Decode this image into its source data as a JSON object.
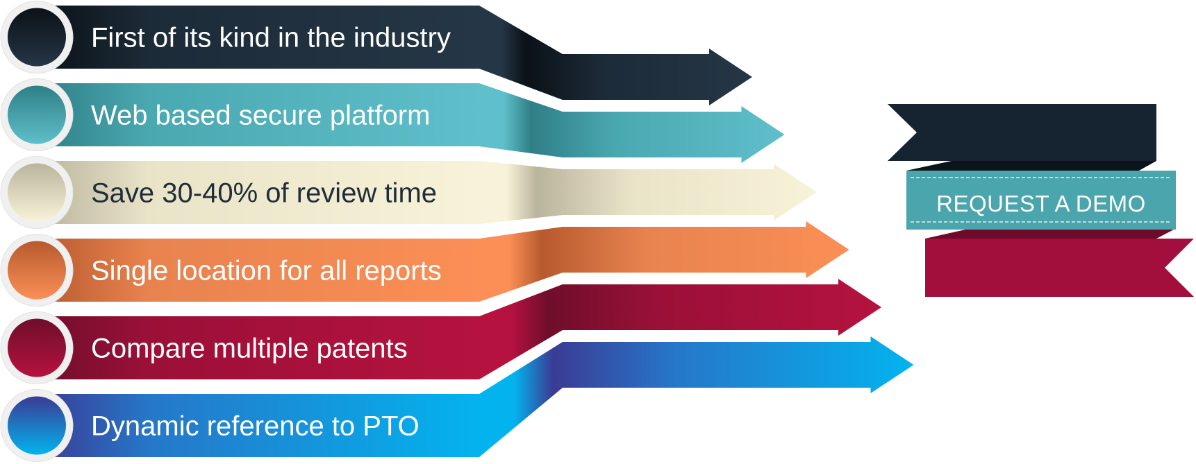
{
  "features": [
    {
      "label": "First of its kind in the industry",
      "color_dark": "#0b1117",
      "color_mid": "#1c2b38",
      "color_light": "#253646",
      "text_color": "#ffffff"
    },
    {
      "label": "Web based secure platform",
      "color_dark": "#2f7f86",
      "color_mid": "#4aa8b1",
      "color_light": "#5fbfca",
      "text_color": "#ffffff"
    },
    {
      "label": "Save 30-40% of review time",
      "color_dark": "#b9b49c",
      "color_mid": "#e9e3c8",
      "color_light": "#f8f3d8",
      "text_color": "#1f2d3a"
    },
    {
      "label": "Single location for all reports",
      "color_dark": "#b75a2e",
      "color_mid": "#e8834f",
      "color_light": "#fb8f56",
      "text_color": "#ffffff"
    },
    {
      "label": "Compare multiple patents",
      "color_dark": "#6f0e2b",
      "color_mid": "#9b1038",
      "color_light": "#b5123f",
      "text_color": "#ffffff"
    },
    {
      "label": "Dynamic reference to PTO",
      "color_dark": "#3b3b94",
      "color_mid": "#2677c9",
      "color_light": "#03b3ee",
      "text_color": "#ffffff"
    }
  ],
  "demo": {
    "label": "REQUEST A DEMO",
    "colors": {
      "top": "#162330",
      "middle": "#4aa5ad",
      "bottom": "#a30f3c"
    }
  }
}
